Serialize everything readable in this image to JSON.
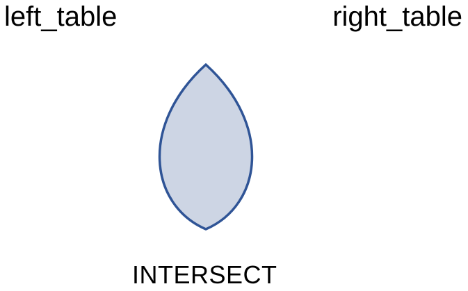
{
  "labels": {
    "left": "left_table",
    "right": "right_table",
    "operation": "INTERSECT"
  },
  "colors": {
    "fill": "#cdd5e4",
    "stroke": "#2f5496",
    "text": "#000000"
  }
}
